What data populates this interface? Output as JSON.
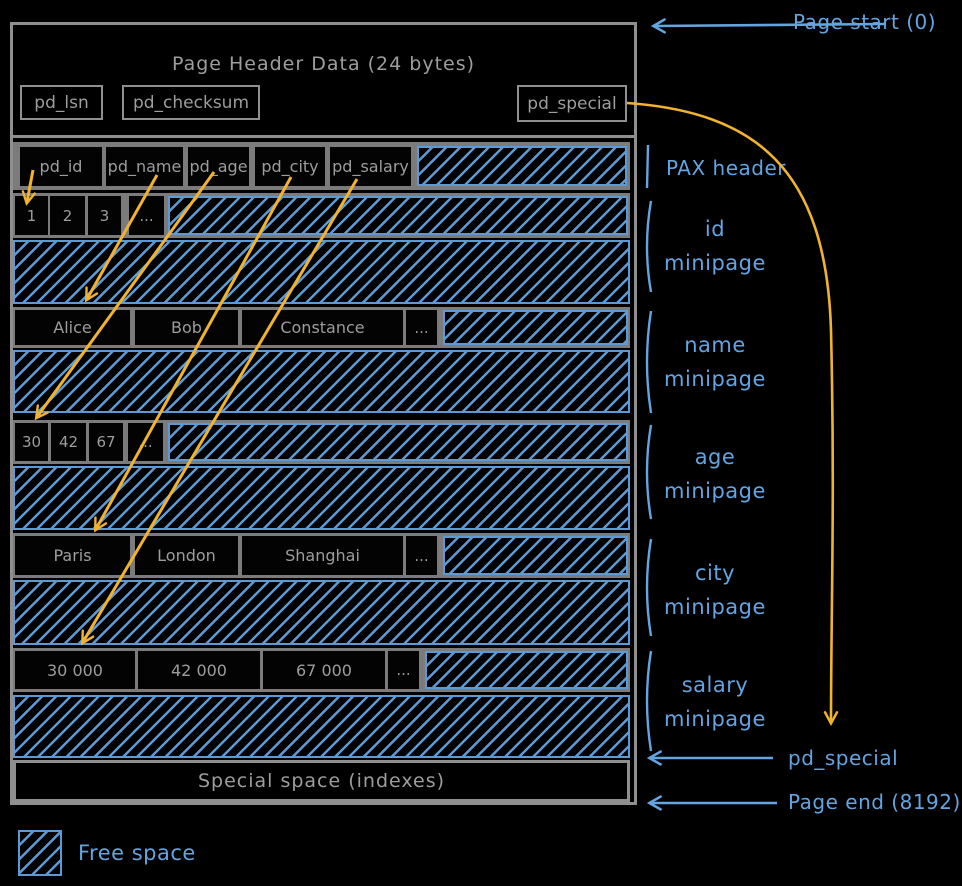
{
  "colors": {
    "blue": "#63a4e1",
    "hatch_blue": "#5b9ad4",
    "yellow": "#f1b32f",
    "gray_border": "#8f8f8f",
    "gray_text": "#a8a8a8",
    "row_fill": "#7b7b7b",
    "background": "#000000"
  },
  "page": {
    "header": {
      "title": "Page Header Data (24 bytes)",
      "fields": [
        {
          "label": "pd_lsn"
        },
        {
          "label": "pd_checksum"
        },
        {
          "label": "pd_special"
        }
      ]
    },
    "pax_header": {
      "cells": [
        "pd_id",
        "pd_name",
        "pd_age",
        "pd_city",
        "pd_salary"
      ]
    },
    "minipages": [
      {
        "label_line1": "id",
        "label_line2": "minipage",
        "cells": [
          "1",
          "2",
          "3",
          "..."
        ]
      },
      {
        "label_line1": "name",
        "label_line2": "minipage",
        "cells": [
          "Alice",
          "Bob",
          "Constance",
          "..."
        ]
      },
      {
        "label_line1": "age",
        "label_line2": "minipage",
        "cells": [
          "30",
          "42",
          "67",
          "..."
        ]
      },
      {
        "label_line1": "city",
        "label_line2": "minipage",
        "cells": [
          "Paris",
          "London",
          "Shanghai",
          "..."
        ]
      },
      {
        "label_line1": "salary",
        "label_line2": "minipage",
        "cells": [
          "30 000",
          "42 000",
          "67 000",
          "..."
        ]
      }
    ],
    "special_space_label": "Special space (indexes)"
  },
  "annotations": {
    "page_start": "Page start (0)",
    "pax_header": "PAX header",
    "pd_special_pointer": "pd_special",
    "page_end": "Page end (8192)"
  },
  "legend": {
    "free_space": "Free space"
  }
}
